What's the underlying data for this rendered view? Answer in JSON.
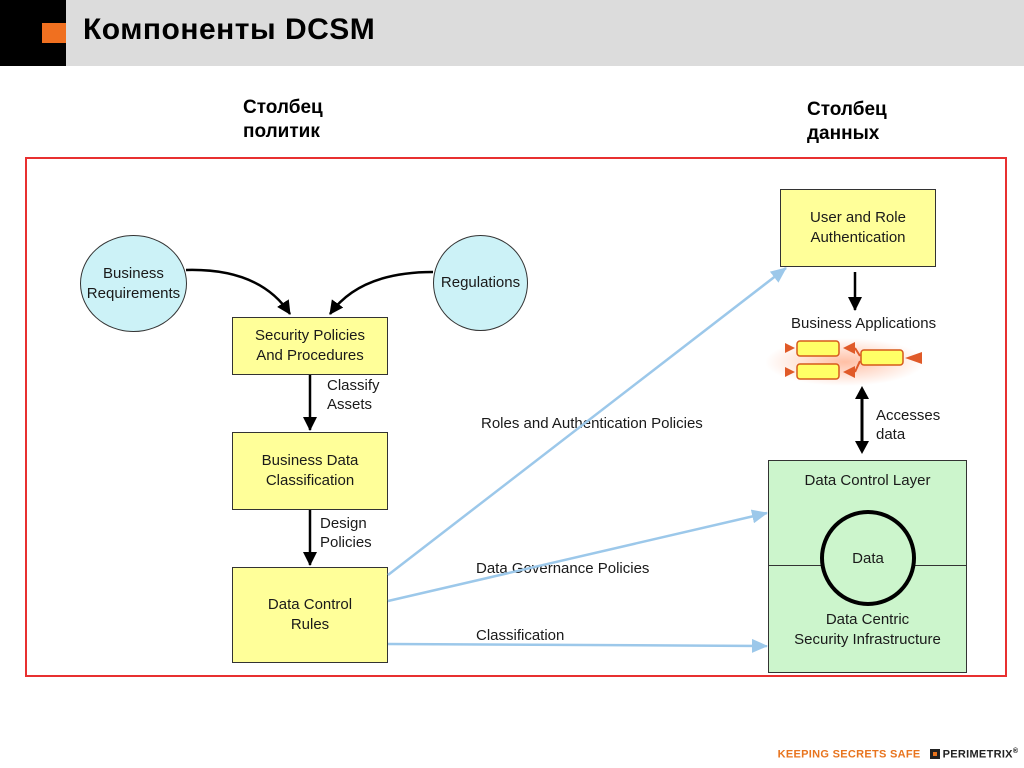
{
  "header": {
    "title": "Компоненты DCSM",
    "accent_color": "#f07020"
  },
  "columns": {
    "policies": "Столбец\nполитик",
    "data": "Столбец\nданных"
  },
  "nodes": {
    "business_requirements": "Business\nRequirements",
    "regulations": "Regulations",
    "security_policies": "Security Policies\nAnd Procedures",
    "business_data_classification": "Business Data\nClassification",
    "data_control_rules": "Data Control\nRules",
    "user_role_auth": "User and Role\nAuthentication",
    "business_applications": "Business Applications",
    "data_control_layer": "Data Control Layer",
    "data": "Data",
    "data_centric_infra": "Data Centric\nSecurity Infrastructure"
  },
  "edge_labels": {
    "classify_assets": "Classify\nAssets",
    "design_policies": "Design\nPolicies",
    "roles_auth_policies": "Roles and Authentication Policies",
    "data_governance_policies": "Data Governance Policies",
    "classification": "Classification",
    "accesses_data": "Accesses\ndata"
  },
  "colors": {
    "frame": "#e83030",
    "policy_box": "#ffff99",
    "source_circle": "#ccf2f7",
    "data_layer": "#ccf5cc",
    "link_arrow": "#9cc8ea"
  },
  "footer": {
    "tagline": "KEEPING SECRETS SAFE",
    "brand": "PERIMETRIX",
    "mark": "®"
  }
}
